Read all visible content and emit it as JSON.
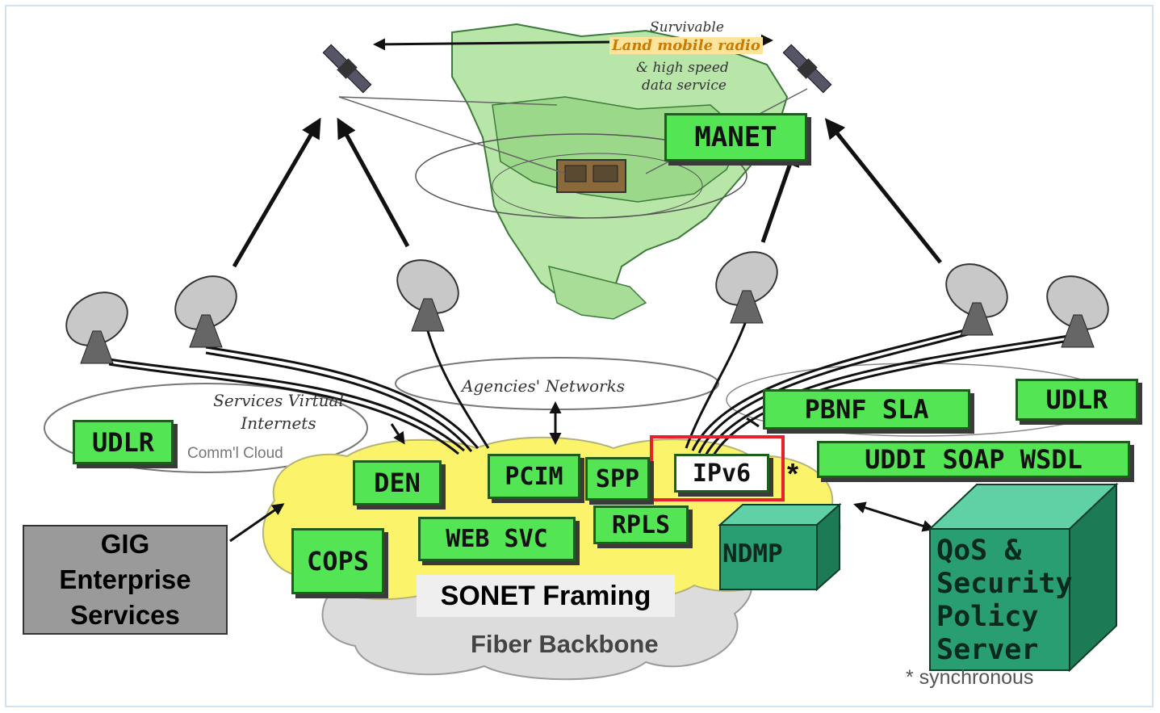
{
  "top_text": {
    "line1": "Survivable",
    "line2": "Land mobile radio",
    "line3": "& high speed",
    "line4": "data service"
  },
  "cloud_labels": {
    "services": "Services Virtual Internets",
    "comml": "Comm'l Cloud",
    "agencies": "Agencies' Networks"
  },
  "protocols": {
    "manet": "MANET",
    "udlr_left": "UDLR",
    "udlr_right": "UDLR",
    "pbnf": "PBNF SLA",
    "uddi": "UDDI SOAP WSDL",
    "den": "DEN",
    "pcim": "PCIM",
    "spp": "SPP",
    "ipv6": "IPv6",
    "asterisk": "*",
    "rpls": "RPLS",
    "websvc": "WEB SVC",
    "cops": "COPS",
    "ndmp": "NDMP"
  },
  "gig": {
    "line1": "GIG",
    "line2": "Enterprise",
    "line3": "Services"
  },
  "sonet": "SONET Framing",
  "fiber": "Fiber Backbone",
  "qos": {
    "line1": "QoS &",
    "line2": "Security",
    "line3": "Policy",
    "line4": "Server"
  },
  "footnote": "* synchronous",
  "colors": {
    "protocol_green": "#53e553",
    "cloud_yellow": "#fbf46a",
    "highlight_red": "#e8202a",
    "server_teal": "#2a9e73"
  }
}
